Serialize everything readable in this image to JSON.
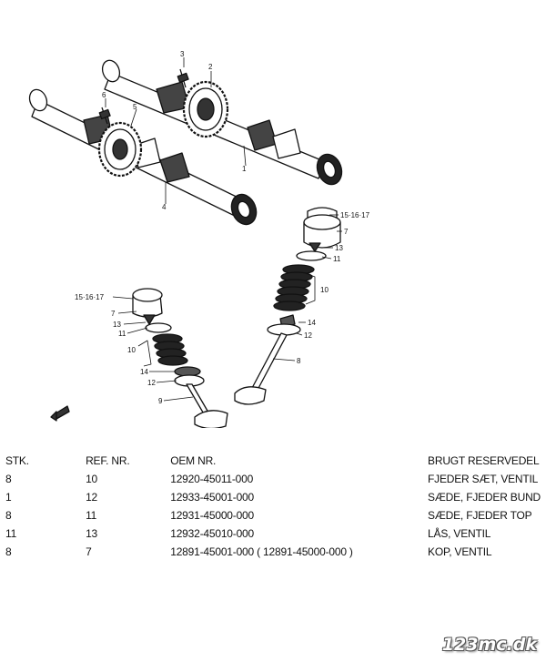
{
  "diagram": {
    "callouts": {
      "c1": "1",
      "c2": "2",
      "c3": "3",
      "c4": "4",
      "c5": "5",
      "c6": "6",
      "c7a": "7",
      "c7b": "7",
      "c8": "8",
      "c9": "9",
      "c10a": "10",
      "c10b": "10",
      "c11a": "11",
      "c11b": "11",
      "c12a": "12",
      "c12b": "12",
      "c13a": "13",
      "c13b": "13",
      "c14a": "14",
      "c14b": "14",
      "c151617a": "15·16·17",
      "c151617b": "15·16·17"
    }
  },
  "table": {
    "headers": [
      "STK.",
      "REF. NR.",
      "OEM NR.",
      "BRUGT RESERVEDEL"
    ],
    "rows": [
      [
        "8",
        "10",
        "12920-45011-000",
        "FJEDER SÆT, VENTIL"
      ],
      [
        "1",
        "12",
        "12933-45001-000",
        "SÆDE, FJEDER BUND"
      ],
      [
        "8",
        "11",
        "12931-45000-000",
        "SÆDE, FJEDER TOP"
      ],
      [
        "11",
        "13",
        "12932-45010-000",
        "LÅS, VENTIL"
      ],
      [
        "8",
        "7",
        "12891-45001-000 ( 12891-45000-000 )",
        "KOP, VENTIL"
      ]
    ]
  },
  "watermark": "123mc.dk"
}
